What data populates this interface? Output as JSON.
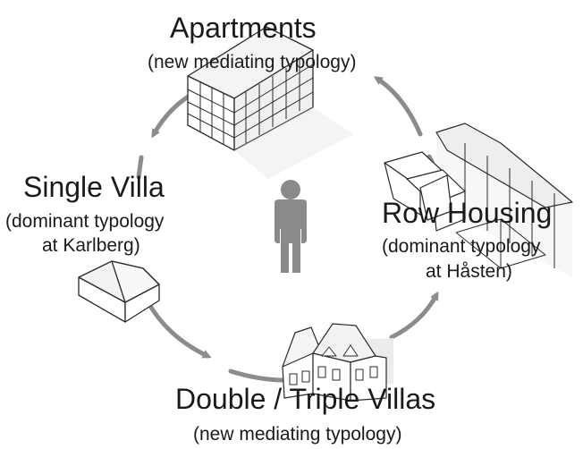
{
  "nodes": {
    "apartments": {
      "title": "Apartments",
      "subtitle": "(new mediating typology)"
    },
    "single_villa": {
      "title": "Single Villa",
      "subtitle_line1": "(dominant typology",
      "subtitle_line2": "at Karlberg)"
    },
    "row_housing": {
      "title": "Row Housing",
      "subtitle_line1": "(dominant typology",
      "subtitle_line2": "at Håsten)"
    },
    "double_triple": {
      "title": "Double / Triple Villas",
      "subtitle": "(new mediating typology)"
    }
  },
  "center": {
    "icon": "person-icon"
  },
  "colors": {
    "arrow": "#8c8c8c",
    "person": "#8a8a8a",
    "text": "#1a1a1a",
    "building": "#ffffff",
    "building_stroke": "#2a2a2a"
  }
}
